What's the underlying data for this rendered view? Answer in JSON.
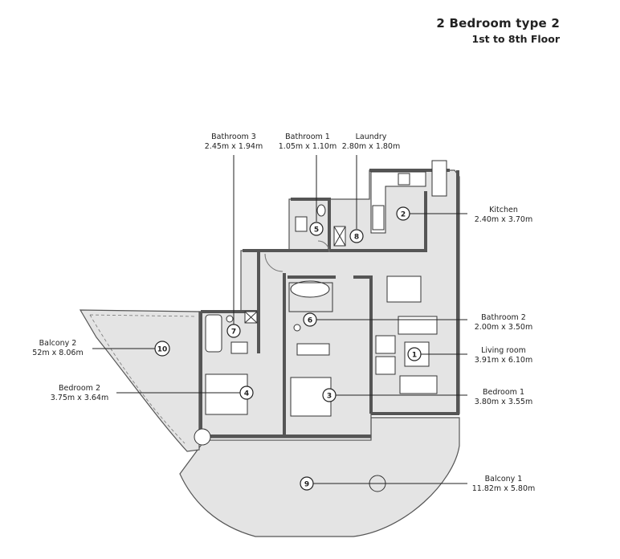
{
  "title": "2 Bedroom type 2",
  "subtitle": "1st to 8th Floor",
  "rooms": [
    {
      "key": "living_room",
      "number": "1",
      "name": "Living room",
      "dims": "3.91m x 6.10m"
    },
    {
      "key": "kitchen",
      "number": "2",
      "name": "Kitchen",
      "dims": "2.40m x 3.70m"
    },
    {
      "key": "bedroom_1",
      "number": "3",
      "name": "Bedroom 1",
      "dims": "3.80m x 3.55m"
    },
    {
      "key": "bedroom_2",
      "number": "4",
      "name": "Bedroom 2",
      "dims": "3.75m x 3.64m"
    },
    {
      "key": "bathroom_1",
      "number": "5",
      "name": "Bathroom 1",
      "dims": "1.05m x 1.10m"
    },
    {
      "key": "bathroom_2",
      "number": "6",
      "name": "Bathroom 2",
      "dims": "2.00m x 3.50m"
    },
    {
      "key": "bathroom_3",
      "number": "7",
      "name": "Bathroom 3",
      "dims": "2.45m x 1.94m"
    },
    {
      "key": "laundry",
      "number": "8",
      "name": "Laundry",
      "dims": "2.80m x 1.80m"
    },
    {
      "key": "balcony_1",
      "number": "9",
      "name": "Balcony 1",
      "dims": "11.82m x 5.80m"
    },
    {
      "key": "balcony_2",
      "number": "10",
      "name": "Balcony 2",
      "dims": "52m x 8.06m"
    }
  ],
  "colors": {
    "floor": "#e4e4e4",
    "wall": "#555555",
    "line": "#222222",
    "furniture": "#ffffff"
  }
}
